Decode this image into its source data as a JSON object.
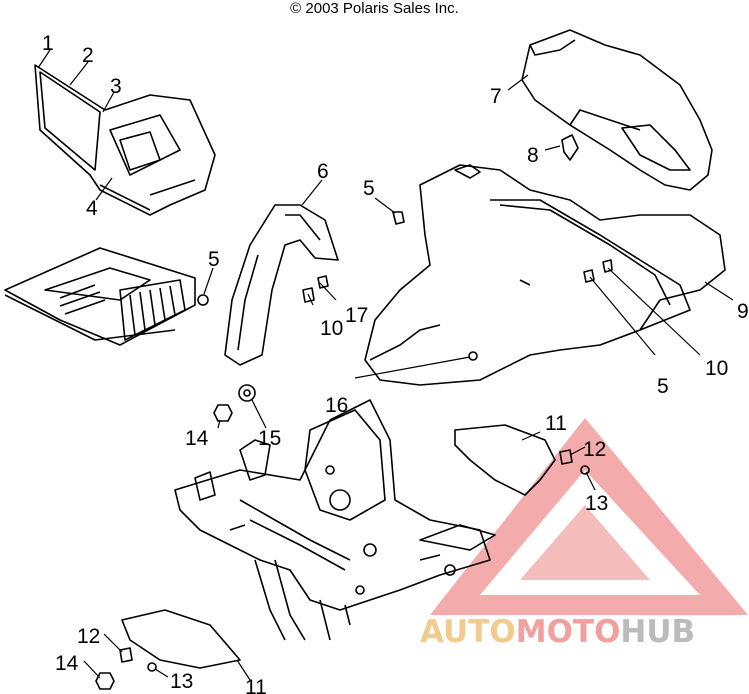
{
  "copyright": "© 2003 Polaris Sales Inc.",
  "callouts": {
    "c1": "1",
    "c2": "2",
    "c3": "3",
    "c4": "4",
    "c5a": "5",
    "c5b": "5",
    "c5c": "5",
    "c6": "6",
    "c7": "7",
    "c8": "8",
    "c9": "9",
    "c10a": "10",
    "c10b": "10",
    "c11a": "11",
    "c11b": "11",
    "c12a": "12",
    "c12b": "12",
    "c13a": "13",
    "c13b": "13",
    "c14a": "14",
    "c14b": "14",
    "c15": "15",
    "c16": "16",
    "c17": "17"
  },
  "watermark": {
    "part1": "AUTO",
    "part2": "MOTO",
    "part3": "HUB",
    "color_orange": "#f0c27a",
    "color_red": "#ef8f8f",
    "color_gray": "#b0b0b0"
  }
}
